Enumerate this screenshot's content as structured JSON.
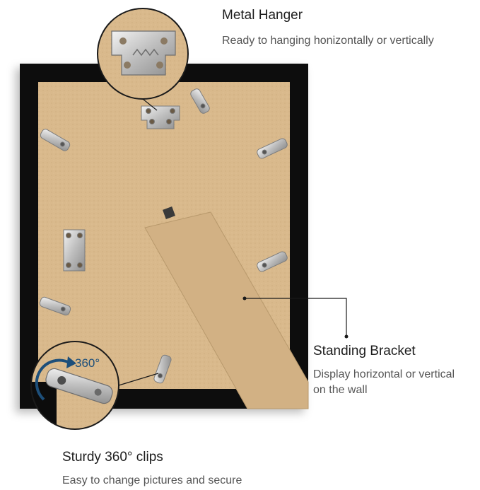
{
  "callouts": {
    "hanger": {
      "title": "Metal Hanger",
      "description": "Ready to hanging honizontally or vertically"
    },
    "bracket": {
      "title": "Standing Bracket",
      "description_lines": [
        "Display horizontal or vertical",
        "on the wall"
      ]
    },
    "clips": {
      "title": "Sturdy 360° clips",
      "description": "Easy to change pictures and secure",
      "rotation_label": "360°"
    }
  },
  "colors": {
    "frame": "#0c0c0c",
    "backing": "#d6b68a",
    "metal": "#c9c9c9",
    "arrow": "#1d4f7a"
  },
  "icons": [
    "sawtooth-hanger-icon",
    "turn-clip-icon",
    "rotate-arrow-icon"
  ]
}
